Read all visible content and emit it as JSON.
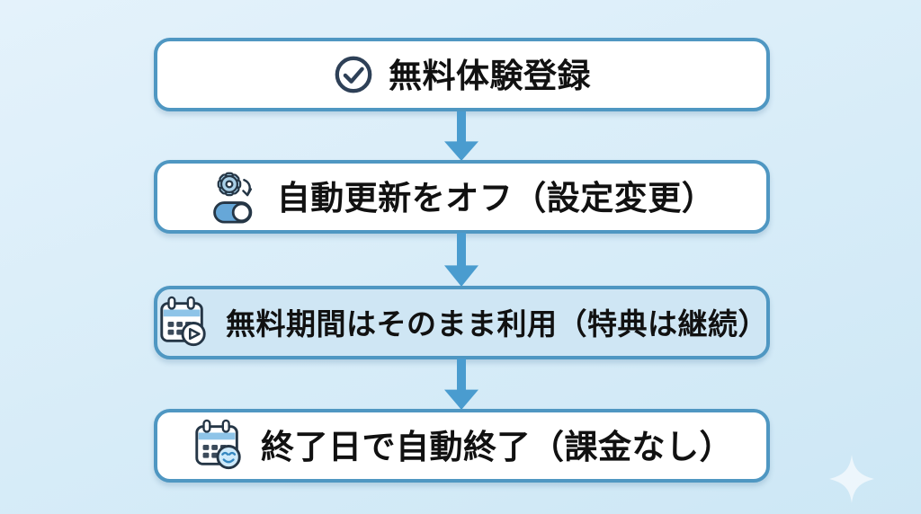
{
  "page": {
    "background": "#d9edf8"
  },
  "flow": {
    "steps": [
      {
        "label": "無料体験登録",
        "icon": "check-circle-icon",
        "background": "#ffffff"
      },
      {
        "label": "自動更新をオフ（設定変更）",
        "icon": "gear-toggle-icon",
        "background": "#ffffff"
      },
      {
        "label": "無料期間はそのまま利用（特典は継続）",
        "icon": "calendar-play-icon",
        "background": "#cfe6f4"
      },
      {
        "label": "終了日で自動終了（課金なし）",
        "icon": "calendar-smile-icon",
        "background": "#ffffff"
      }
    ],
    "connector_count": 3,
    "colors": {
      "box_border": "#4f97c2",
      "arrow": "#4a9ccf",
      "text": "#111111",
      "icon_outline": "#253646",
      "icon_accent": "#66a7d8",
      "icon_light_fill": "#a9d0e8",
      "calendar_header": "#8ec4e8",
      "tinted_step_background": "#cfe6f4",
      "page_background": "#d9edf8"
    }
  },
  "decoration": {
    "sparkle": "four-point-star"
  }
}
